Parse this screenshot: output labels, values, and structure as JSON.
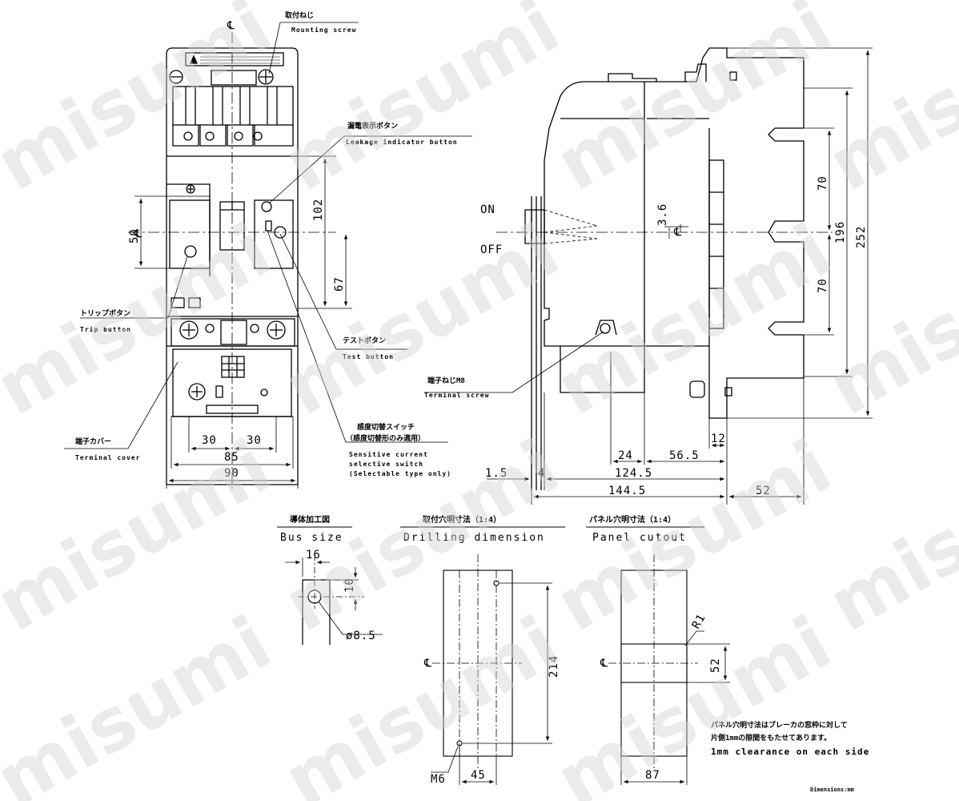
{
  "watermark": "misumi",
  "front_view": {
    "centerline_symbol": "℄",
    "mounting_screw": {
      "jp": "取付ねじ",
      "en": "Mounting screw"
    },
    "leakage_indicator": {
      "jp": "漏電表示ボタン",
      "en": "Leakage indicator button"
    },
    "trip_button": {
      "jp": "トリップボタン",
      "en": "Trip button"
    },
    "test_button": {
      "jp": "テストボタン",
      "en": "Test button"
    },
    "terminal_cover": {
      "jp": "端子カバー",
      "en": "Terminal cover"
    },
    "sensitive_switch": {
      "jp1": "感度切替スイッチ",
      "jp2": "（感度切替形のみ適用）",
      "en1": "Sensitive current",
      "en2": "selective switch",
      "en3": "(Selectable type only)"
    },
    "dims": {
      "d102": "102",
      "d50": "50",
      "d67": "67",
      "d30a": "30",
      "d30b": "30",
      "d85": "85",
      "d90": "90"
    }
  },
  "side_view": {
    "on_label": "ON",
    "off_label": "OFF",
    "terminal_screw": {
      "jp": "端子ねじM8",
      "en": "Terminal screw"
    },
    "centerline_symbol": "℄",
    "dims": {
      "d3_6": "3.6",
      "d70a": "70",
      "d70b": "70",
      "d196": "196",
      "d252": "252",
      "d12": "12",
      "d24": "24",
      "d56_5": "56.5",
      "d124_5": "124.5",
      "d1_5": "1.5",
      "d4": "4",
      "d144_5": "144.5",
      "d52": "52"
    }
  },
  "bus_size": {
    "title_jp": "導体加工図",
    "title_en": "Bus size",
    "dims": {
      "d16": "16",
      "d10": "10",
      "phi": "ø8.5"
    }
  },
  "drilling": {
    "title_jp": "取付穴明寸法（1:4）",
    "title_en": "Drilling dimension",
    "centerline_symbol": "℄",
    "dims": {
      "d214": "214",
      "d45": "45",
      "m6": "M6"
    }
  },
  "panel_cutout": {
    "title_jp": "パネル穴明寸法（1:4）",
    "title_en": "Panel cutout",
    "centerline_symbol": "℄",
    "dims": {
      "r1": "R1",
      "d52": "52",
      "d87": "87"
    },
    "note_jp1": "パネル穴明寸法はブレーカの窓枠に対して",
    "note_jp2": "片側1mmの隙間をもたせてあります。",
    "note_en": "1mm clearance on each side"
  },
  "footer": "Dimensions:mm"
}
